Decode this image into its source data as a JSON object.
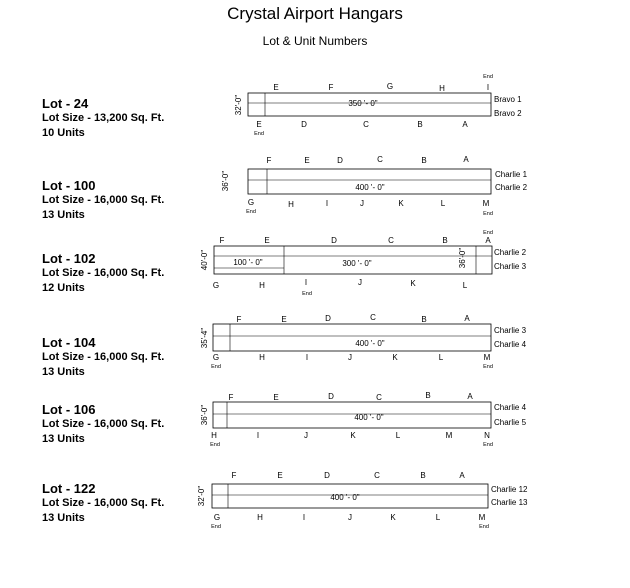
{
  "title": "Crystal Airport Hangars",
  "subtitle": "Lot & Unit Numbers",
  "lots": [
    {
      "name": "Lot - 24",
      "size": "Lot Size - 13,200 Sq. Ft.",
      "units": "10 Units",
      "depth_label": "32'-0\"",
      "length_labels": [
        "350 '- 0\""
      ],
      "rows": [
        "Bravo 1",
        "Bravo 2"
      ],
      "top_letters": [
        "E",
        "F",
        "G",
        "H",
        "I"
      ],
      "top_end": "End",
      "bottom_letters": [
        "E",
        "D",
        "C",
        "B",
        "A"
      ],
      "bottom_end": "End"
    },
    {
      "name": "Lot - 100",
      "size": "Lot Size - 16,000 Sq. Ft.",
      "units": "13 Units",
      "depth_label": "36'-0\"",
      "length_labels": [
        "400 '- 0\""
      ],
      "rows": [
        "Charlie 1",
        "Charlie 2"
      ],
      "top_letters": [
        "F",
        "E",
        "D",
        "C",
        "B",
        "A"
      ],
      "bottom_letters": [
        "G",
        "H",
        "I",
        "J",
        "K",
        "L",
        "M"
      ],
      "bottom_end": "End"
    },
    {
      "name": "Lot - 102",
      "size": "Lot Size - 16,000 Sq. Ft.",
      "units": "12 Units",
      "depth_label": "40'-0\"",
      "depth_label_right": "36'-0\"",
      "length_labels": [
        "100 '- 0\"",
        "300 '- 0\""
      ],
      "rows": [
        "Charlie 2",
        "Charlie 3"
      ],
      "top_letters": [
        "F",
        "E",
        "D",
        "C",
        "B",
        "A"
      ],
      "top_end": "End",
      "bottom_letters": [
        "G",
        "H",
        "I",
        "J",
        "K",
        "L"
      ],
      "bottom_end": "End"
    },
    {
      "name": "Lot - 104",
      "size": "Lot Size - 16,000 Sq. Ft.",
      "units": "13 Units",
      "depth_label": "35'-4\"",
      "length_labels": [
        "400 '- 0\""
      ],
      "rows": [
        "Charlie 3",
        "Charlie 4"
      ],
      "top_letters": [
        "F",
        "E",
        "D",
        "C",
        "B",
        "A"
      ],
      "bottom_letters": [
        "G",
        "H",
        "I",
        "J",
        "K",
        "L",
        "M"
      ],
      "bottom_end": "End"
    },
    {
      "name": "Lot - 106",
      "size": "Lot Size - 16,000 Sq. Ft.",
      "units": "13 Units",
      "depth_label": "36'-0\"",
      "length_labels": [
        "400 '- 0\""
      ],
      "rows": [
        "Charlie 4",
        "Charlie 5"
      ],
      "top_letters": [
        "F",
        "E",
        "D",
        "C",
        "B",
        "A"
      ],
      "bottom_letters": [
        "H",
        "I",
        "J",
        "K",
        "L",
        "M",
        "N"
      ],
      "bottom_end": "End"
    },
    {
      "name": "Lot - 122",
      "size": "Lot Size - 16,000 Sq. Ft.",
      "units": "13 Units",
      "depth_label": "32'-0\"",
      "length_labels": [
        "400 '- 0\""
      ],
      "rows": [
        "Charlie 12",
        "Charlie 13"
      ],
      "top_letters": [
        "F",
        "E",
        "D",
        "C",
        "B",
        "A"
      ],
      "bottom_letters": [
        "G",
        "H",
        "I",
        "J",
        "K",
        "L",
        "M"
      ],
      "bottom_end": "End"
    }
  ]
}
